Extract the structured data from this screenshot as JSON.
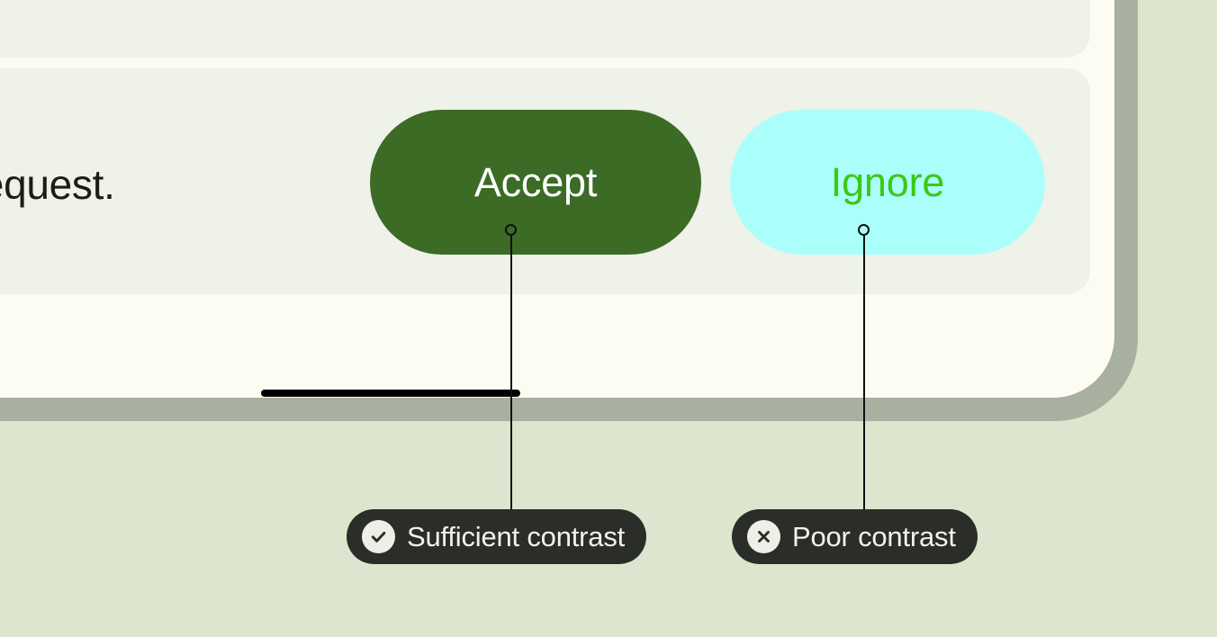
{
  "page": {
    "background_color": "#DCE6CE"
  },
  "phone": {
    "bezel_color": "#A8B0A0",
    "screen_color": "#FCFCF3",
    "card_color": "#EEF2E8",
    "home_indicator_color": "#000000"
  },
  "screen": {
    "body_text": "a request.",
    "body_text_color": "#1B1D17",
    "actions": {
      "accept": {
        "label": "Accept",
        "background_color": "#3B6B25",
        "text_color": "#FFFFFF"
      },
      "ignore": {
        "label": "Ignore",
        "background_color": "#AAFFFB",
        "text_color": "#3DC814"
      }
    }
  },
  "annotations": [
    {
      "label": "Sufficient contrast",
      "icon": "check-circle-icon",
      "badge_color": "#2B2D28",
      "label_color": "#F2F2EC",
      "icon_bg_color": "#EFEFE7",
      "target": "accept"
    },
    {
      "label": "Poor contrast",
      "icon": "x-circle-icon",
      "badge_color": "#2B2D28",
      "label_color": "#F2F2EC",
      "icon_bg_color": "#EFEFE7",
      "target": "ignore"
    }
  ]
}
